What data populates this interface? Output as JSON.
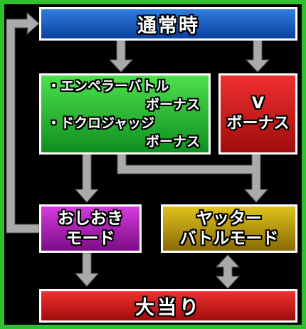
{
  "boxes": {
    "normal": "通常時",
    "emperor": {
      "line1": "・エンペラーバトル",
      "line2": "ボーナス",
      "line3": "・ドクロジャッジ",
      "line4": "ボーナス"
    },
    "v_bonus": {
      "line1": "V",
      "line2": "ボーナス"
    },
    "oshioki": {
      "line1": "おしおき",
      "line2": "モード"
    },
    "yatta": {
      "line1": "ヤッター",
      "line2": "バトルモード"
    },
    "jackpot": "大当り"
  },
  "colors": {
    "frame": "#2fbf2f",
    "arrow": "#aaaaaa",
    "normal": "#1f5fc8",
    "emperor": "#2fbf2f",
    "v_bonus": "#d01c1c",
    "oshioki": "#a820b4",
    "yatta": "#c8a010",
    "jackpot": "#d01c1c"
  }
}
